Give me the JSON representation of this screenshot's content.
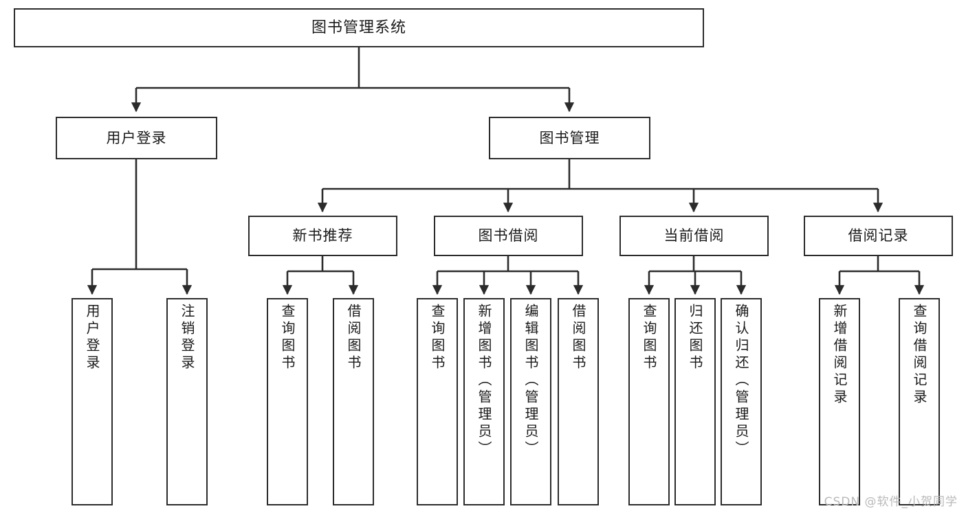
{
  "diagram": {
    "type": "tree",
    "title": "图书管理系统",
    "watermark": "CSDN @软件_小贺同学",
    "colors": {
      "background": "#ffffff",
      "stroke": "#2b2b2b",
      "text": "#1a1a1a",
      "watermark": "#b9b9b9"
    },
    "nodes": {
      "root": "图书管理系统",
      "level2": [
        "用户登录",
        "图书管理"
      ],
      "level3": [
        "新书推荐",
        "图书借阅",
        "当前借阅",
        "借阅记录"
      ],
      "leaves": {
        "user_login": [
          "用户登录",
          "注销登录"
        ],
        "new_book_recommend": [
          "查询图书",
          "借阅图书"
        ],
        "book_borrow": [
          "查询图书",
          "新增图书（管理员）",
          "编辑图书（管理员）",
          "借阅图书"
        ],
        "current_borrow": [
          "查询图书",
          "归还图书",
          "确认归还（管理员）"
        ],
        "borrow_record": [
          "新增借阅记录",
          "查询借阅记录"
        ]
      }
    }
  }
}
